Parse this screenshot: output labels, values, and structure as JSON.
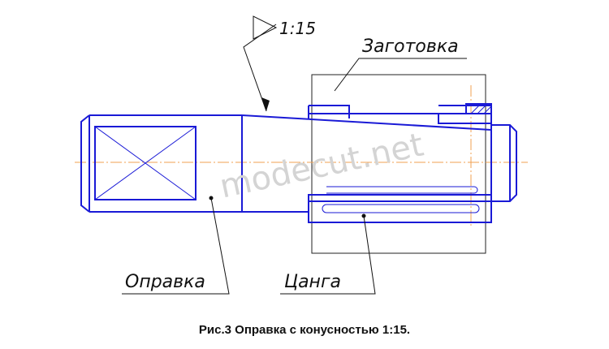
{
  "labels": {
    "taper": "1:15",
    "blank": "Заготовка",
    "mandrel": "Оправка",
    "collet": "Цанга"
  },
  "watermark": "modecut.net",
  "caption": "Рис.3 Оправка с конусностью 1:15.",
  "colors": {
    "part": "#1a1ad6",
    "axis": "#f0a050",
    "leader": "#111111"
  }
}
